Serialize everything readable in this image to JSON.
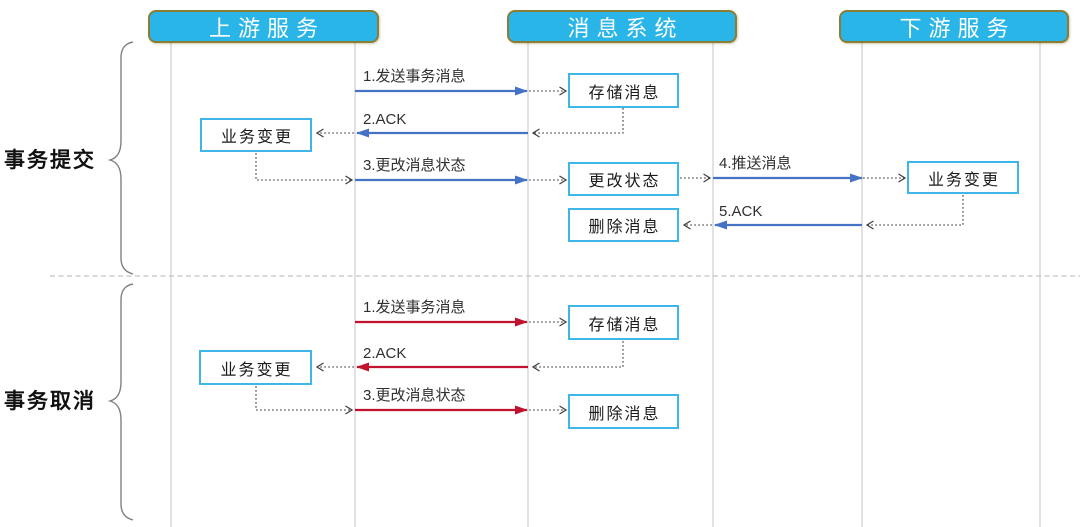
{
  "participants": [
    {
      "label": "上游服务"
    },
    {
      "label": "消息系统"
    },
    {
      "label": "下游服务"
    }
  ],
  "sections": [
    {
      "label": "事务提交",
      "arrow_color": "#4472C4",
      "messages": [
        {
          "label": "1.发送事务消息",
          "from": "上游服务",
          "to": "消息系统"
        },
        {
          "label": "2.ACK",
          "from": "消息系统",
          "to": "上游服务"
        },
        {
          "label": "3.更改消息状态",
          "from": "上游服务",
          "to": "消息系统"
        },
        {
          "label": "4.推送消息",
          "from": "消息系统",
          "to": "下游服务"
        },
        {
          "label": "5.ACK",
          "from": "下游服务",
          "to": "消息系统"
        }
      ],
      "activity_boxes": [
        {
          "label": "业务变更",
          "lane": "上游服务"
        },
        {
          "label": "存储消息",
          "lane": "消息系统"
        },
        {
          "label": "更改状态",
          "lane": "消息系统"
        },
        {
          "label": "删除消息",
          "lane": "消息系统"
        },
        {
          "label": "业务变更",
          "lane": "下游服务"
        }
      ]
    },
    {
      "label": "事务取消",
      "arrow_color": "#C1122F",
      "messages": [
        {
          "label": "1.发送事务消息",
          "from": "上游服务",
          "to": "消息系统"
        },
        {
          "label": "2.ACK",
          "from": "消息系统",
          "to": "上游服务"
        },
        {
          "label": "3.更改消息状态",
          "from": "上游服务",
          "to": "消息系统"
        }
      ],
      "activity_boxes": [
        {
          "label": "业务变更",
          "lane": "上游服务"
        },
        {
          "label": "存储消息",
          "lane": "消息系统"
        },
        {
          "label": "删除消息",
          "lane": "消息系统"
        }
      ]
    }
  ],
  "colors": {
    "commit_arrow": "#4472C4",
    "cancel_arrow": "#C1122F",
    "header_fill": "#29B5E8",
    "header_border": "#8B7D35",
    "activity_box_border": "#3EB7E8",
    "lifeline": "#D8D8D8"
  }
}
